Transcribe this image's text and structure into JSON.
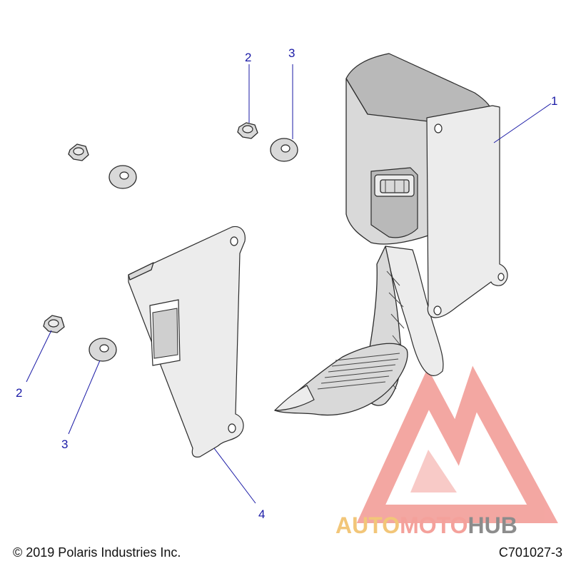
{
  "callouts": {
    "c1": "1",
    "c2_top": "2",
    "c3_top": "3",
    "c2_left": "2",
    "c3_left": "3",
    "c4": "4"
  },
  "footer": {
    "copyright": "© 2019 Polaris Industries Inc.",
    "drawing_code": "C701027-3"
  },
  "watermark": {
    "part1": "AUTO",
    "part2": "MOTO",
    "part3": "HUB"
  },
  "colors": {
    "callout": "#1a1aa6",
    "watermark_red": "#f08a84",
    "watermark_yellow": "#f2c679",
    "watermark_gray": "#8c8c8c"
  }
}
